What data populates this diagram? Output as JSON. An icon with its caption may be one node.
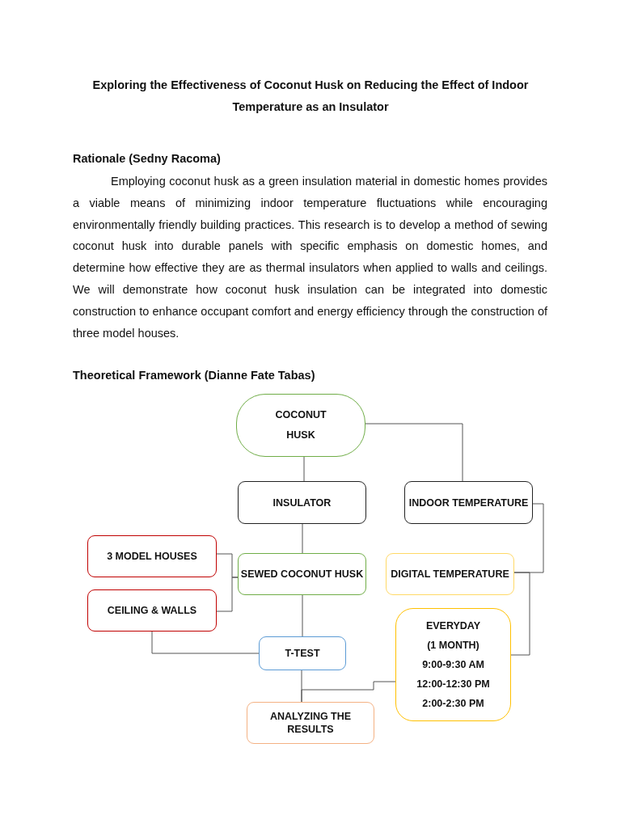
{
  "diagram": {
    "title": "Exploring the Effectiveness of Coconut Husk on Reducing the Effect of Indoor Temperature as an Insulator",
    "nodes": [
      {
        "text": [
          "COCONUT HUSK"
        ]
      },
      {
        "text": [
          "INSULATOR"
        ]
      },
      {
        "text": [
          "INDOOR TEMPERATURE"
        ]
      },
      {
        "text": [
          "3 MODEL HOUSES"
        ]
      },
      {
        "text": [
          "SEWED COCONUT HUSK"
        ]
      },
      {
        "text": [
          "DIGITAL TEMPERATURE"
        ]
      },
      {
        "text": [
          "CEILING & WALLS"
        ]
      },
      {
        "text": [
          "EVERYDAY",
          "(1 MONTH)",
          "9:00-9:30 AM",
          "12:00-12:30 PM",
          "2:00-2:30 PM"
        ]
      },
      {
        "text": [
          "T-TEST"
        ]
      },
      {
        "text": [
          "ANALYZING THE RESULTS"
        ]
      }
    ],
    "edges": [
      {
        "from": 0,
        "to": 1,
        "arrow": "none"
      },
      {
        "from": 0,
        "to": 2,
        "arrow": "none"
      },
      {
        "from": 1,
        "to": 4,
        "arrow": "none"
      },
      {
        "from": 2,
        "to": 5,
        "arrow": "none"
      },
      {
        "from": 3,
        "to": 4,
        "arrow": "none"
      },
      {
        "from": 6,
        "to": 4,
        "arrow": "none"
      },
      {
        "from": 4,
        "to": 8,
        "arrow": "none"
      },
      {
        "from": 6,
        "to": 8,
        "arrow": "none"
      },
      {
        "from": 5,
        "to": 7,
        "arrow": "none"
      },
      {
        "from": 8,
        "to": 9,
        "arrow": "none"
      },
      {
        "from": 7,
        "to": 9,
        "arrow": "none"
      }
    ],
    "labels": [
      "Rationale (Sedny Racoma)",
      "Employing coconut husk as a green insulation material in domestic homes provides a viable means of minimizing indoor temperature fluctuations while encouraging environmentally friendly building practices. This research is to develop a method of sewing coconut husk into durable panels with specific emphasis on domestic homes, and determine how effective they are as thermal insulators when applied to walls and ceilings. We will demonstrate how coconut husk insulation can be integrated into domestic construction to enhance occupant comfort and energy efficiency through the construction of three model houses.",
      "Theoretical Framework (Dianne Fate Tabas)"
    ]
  }
}
